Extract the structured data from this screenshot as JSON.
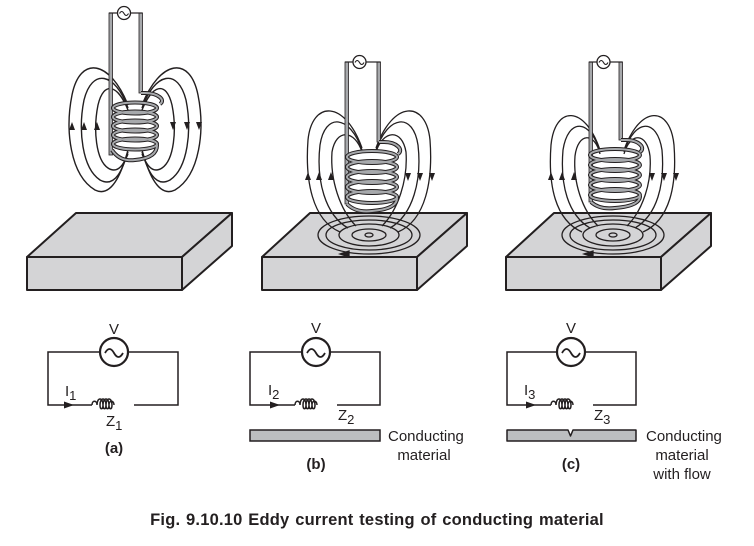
{
  "figure": {
    "caption": "Fig. 9.10.10 Eddy current testing of conducting material",
    "colors": {
      "ink": "#231f20",
      "slab_fill": "#d4d4d6",
      "wire_fill": "#a7a9ac"
    }
  },
  "panels": [
    {
      "id": "a",
      "tag": "(a)",
      "source_label": "V",
      "current_label": "I",
      "current_sub": "1",
      "impedance_label": "Z",
      "impedance_sub": "1",
      "material_label": [],
      "eddy_currents": false,
      "flaw": false
    },
    {
      "id": "b",
      "tag": "(b)",
      "source_label": "V",
      "current_label": "I",
      "current_sub": "2",
      "impedance_label": "Z",
      "impedance_sub": "2",
      "material_label": [
        "Conducting",
        "material"
      ],
      "eddy_currents": true,
      "flaw": false
    },
    {
      "id": "c",
      "tag": "(c)",
      "source_label": "V",
      "current_label": "I",
      "current_sub": "3",
      "impedance_label": "Z",
      "impedance_sub": "3",
      "material_label": [
        "Conducting",
        "material",
        "with flow"
      ],
      "eddy_currents": true,
      "flaw": true
    }
  ]
}
